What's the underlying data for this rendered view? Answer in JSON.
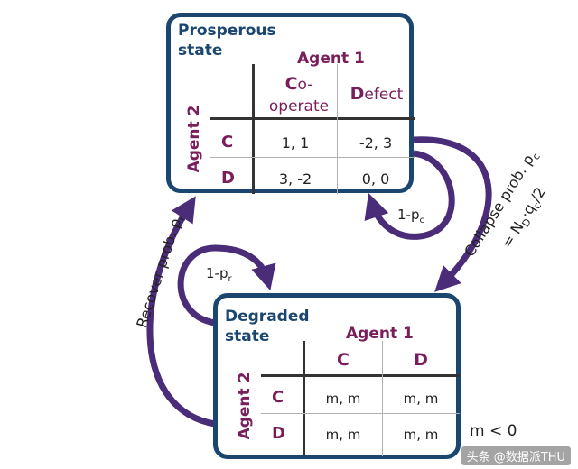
{
  "prosperous": {
    "title_line1": "Prosperous",
    "title_line2": "state",
    "agent1": "Agent 1",
    "agent2": "Agent 2",
    "col_c_initial": "C",
    "col_c_rest": "o-",
    "col_c_line2": "operate",
    "col_d_initial": "D",
    "col_d_rest": "efect",
    "row_c": "C",
    "row_d": "D",
    "cells": [
      [
        "1, 1",
        "-2, 3"
      ],
      [
        "3, -2",
        "0, 0"
      ]
    ]
  },
  "degraded": {
    "title_line1": "Degraded",
    "title_line2": "state",
    "agent1": "Agent 1",
    "agent2": "Agent 2",
    "col_c": "C",
    "col_d": "D",
    "row_c": "C",
    "row_d": "D",
    "cells": [
      [
        "m, m",
        "m, m"
      ],
      [
        "m, m",
        "m, m"
      ]
    ],
    "note": "m < 0"
  },
  "transitions": {
    "stay_prosperous": "1-p",
    "stay_prosperous_sub": "c",
    "stay_degraded": "1-p",
    "stay_degraded_sub": "r",
    "recover": "Recover prob. p",
    "recover_sub": "r",
    "collapse_line1": "Collapse prob. p",
    "collapse_line1_sub": "c",
    "collapse_line2_a": "= N",
    "collapse_line2_sub1": "D",
    "collapse_line2_b": "·q",
    "collapse_line2_sub2": "c",
    "collapse_line2_c": "/2"
  },
  "colors": {
    "box": "#1b466f",
    "arrow": "#4a2c79",
    "label": "#7a1d5b"
  },
  "watermark": "头条 @数据派THU"
}
